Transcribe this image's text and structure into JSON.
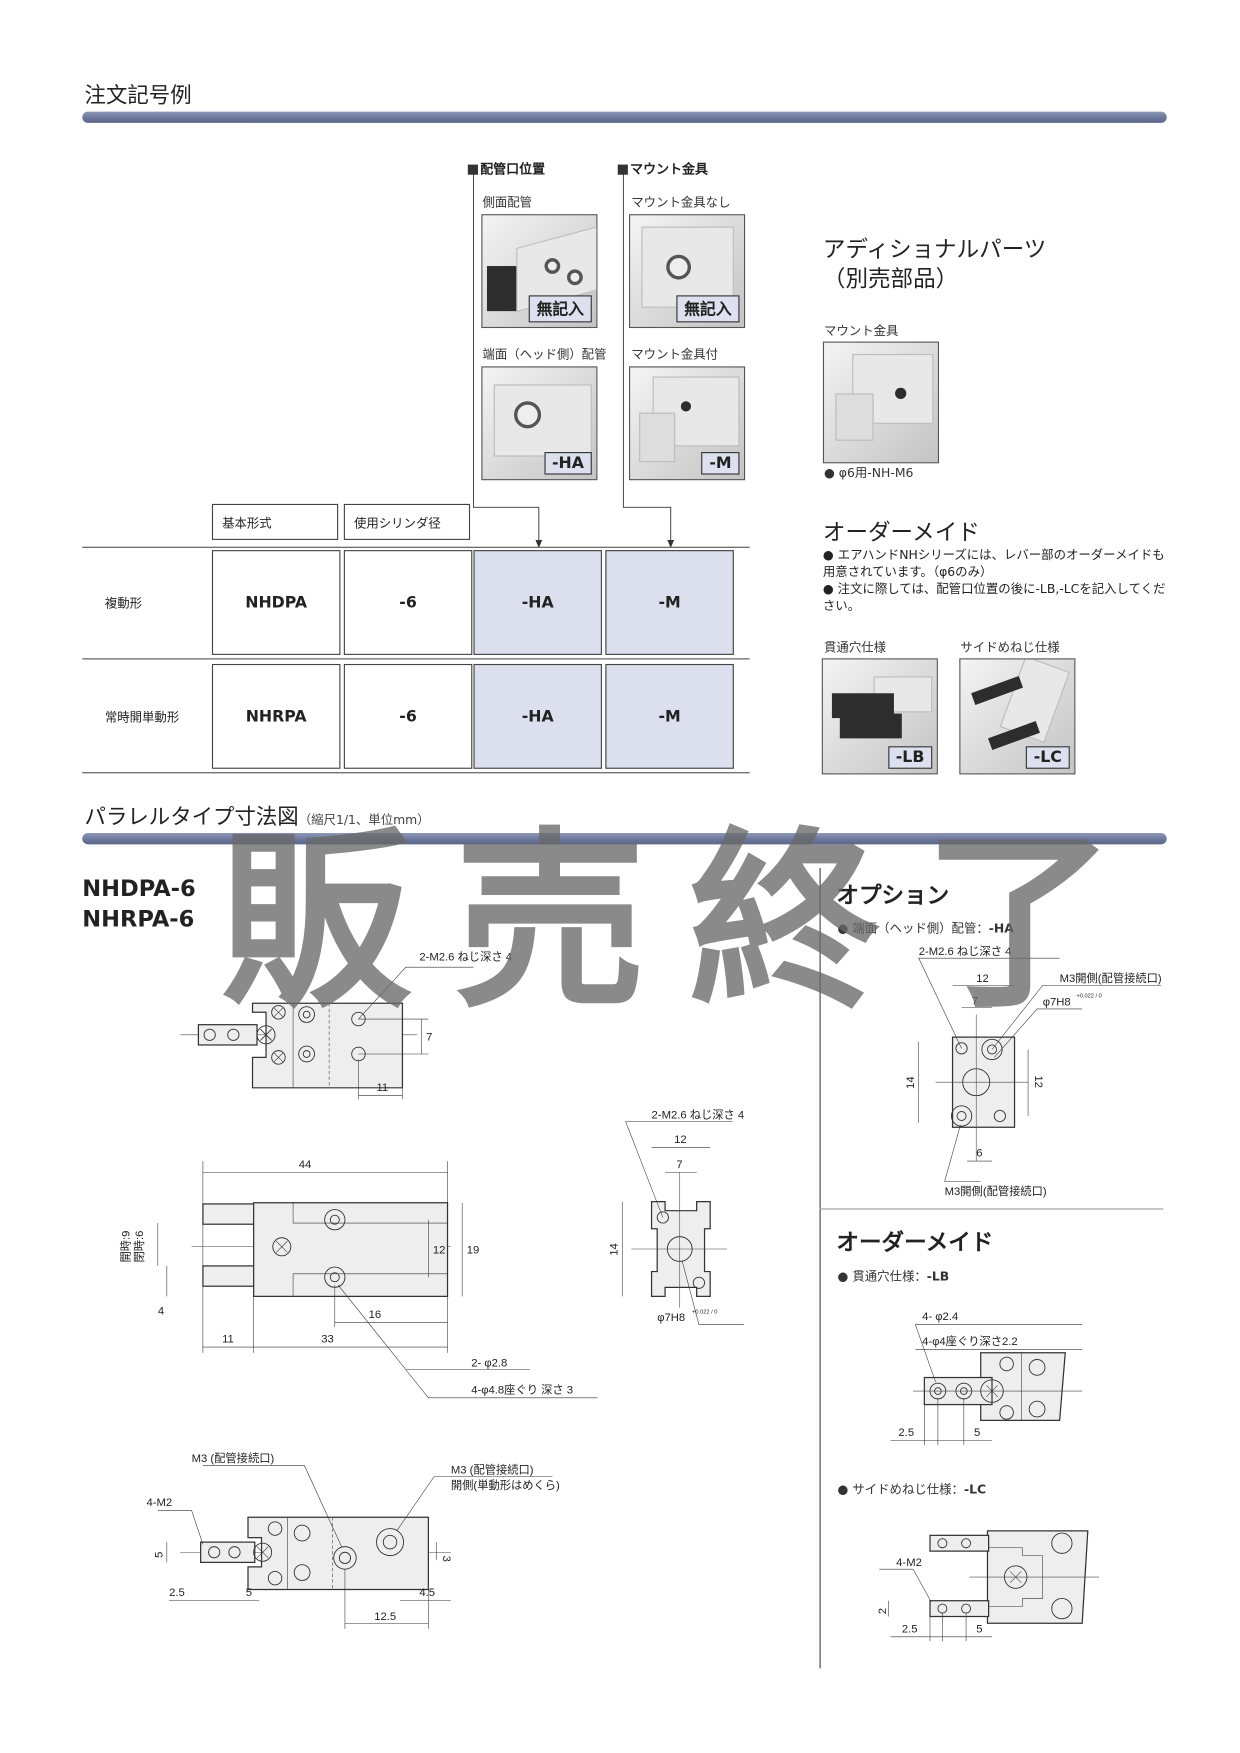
{
  "order": {
    "title": "注文記号例",
    "port_position": {
      "heading": "配管口位置",
      "side": {
        "caption": "側面配管",
        "code": "無記入"
      },
      "head": {
        "caption": "端面（ヘッド側）配管",
        "code": "-HA"
      }
    },
    "mount": {
      "heading": "マウント金具",
      "none": {
        "caption": "マウント金具なし",
        "code": "無記入"
      },
      "with": {
        "caption": "マウント金具付",
        "code": "-M"
      }
    },
    "table": {
      "headers": [
        "基本形式",
        "使用シリンダ径"
      ],
      "rows": [
        {
          "label": "複動形",
          "model": "NHDPA",
          "bore": "-6",
          "port": "-HA",
          "mount": "-M"
        },
        {
          "label": "常時開単動形",
          "model": "NHRPA",
          "bore": "-6",
          "port": "-HA",
          "mount": "-M"
        }
      ]
    }
  },
  "additional_parts": {
    "title_line1": "アディショナルパーツ",
    "title_line2": "（別売部品）",
    "item_caption": "マウント金具",
    "item_code": "φ6用-NH-M6"
  },
  "order_made": {
    "title": "オーダーメイド",
    "bullets": [
      "エアハンドNHシリーズには、レバー部のオーダーメイドも用意されています。（φ6のみ）",
      "注文に際しては、配管口位置の後に-LB,-LCを記入してください。"
    ],
    "lb": {
      "caption": "貫通穴仕様",
      "code": "-LB"
    },
    "lc": {
      "caption": "サイドめねじ仕様",
      "code": "-LC"
    }
  },
  "dimensions": {
    "title": "パラレルタイプ寸法図",
    "subtitle": "（縮尺1/1、単位mm）",
    "models": [
      "NHDPA-6",
      "NHRPA-6"
    ],
    "watermark": "販売終了",
    "top_view": {
      "thread": "2-M2.6 ねじ深さ 4",
      "d7": "7",
      "d11": "11"
    },
    "side_view": {
      "d44": "44",
      "d12": "12",
      "d19": "19",
      "d16": "16",
      "d11": "11",
      "d33": "33",
      "d4": "4",
      "open": "開時:9",
      "close": "閉時:6",
      "hole": "2- φ2.8",
      "cbore": "4-φ4.8座ぐり 深さ 3"
    },
    "end_view": {
      "thread": "2-M2.6 ねじ深さ 4",
      "d12": "12",
      "d7": "7",
      "d14": "14",
      "bore": "φ7H8",
      "tol": "+0.022 / 0"
    },
    "bottom_view": {
      "port1": "M3 (配管接続口)",
      "port2": "M3 (配管接続口)",
      "port2_note": "開側(単動形はめくら)",
      "m2": "4-M2",
      "d5v": "5",
      "d3": "3",
      "d25": "2.5",
      "d5": "5",
      "d45": "4.5",
      "d125": "12.5"
    }
  },
  "option": {
    "title": "オプション",
    "item": "端面（ヘッド側）配管：",
    "item_code": "-HA",
    "thread": "2-M2.6 ねじ深さ 4",
    "d12": "12",
    "d7": "7",
    "d14": "14",
    "d12v": "12",
    "d6": "6",
    "port_top": "M3開側(配管接続口)",
    "bore": "φ7H8",
    "tol": "+0.022 / 0",
    "port_bottom": "M3開側(配管接続口)"
  },
  "order_made_dims": {
    "title": "オーダーメイド",
    "lb_item": "貫通穴仕様：",
    "lb_code": "-LB",
    "lb_hole": "4- φ2.4",
    "lb_cbore": "4-φ4座ぐり深さ2.2",
    "lb_d25": "2.5",
    "lb_d5": "5",
    "lc_item": "サイドめねじ仕様：",
    "lc_code": "-LC",
    "lc_m2": "4-M2",
    "lc_d2": "2",
    "lc_d25": "2.5",
    "lc_d5": "5"
  }
}
